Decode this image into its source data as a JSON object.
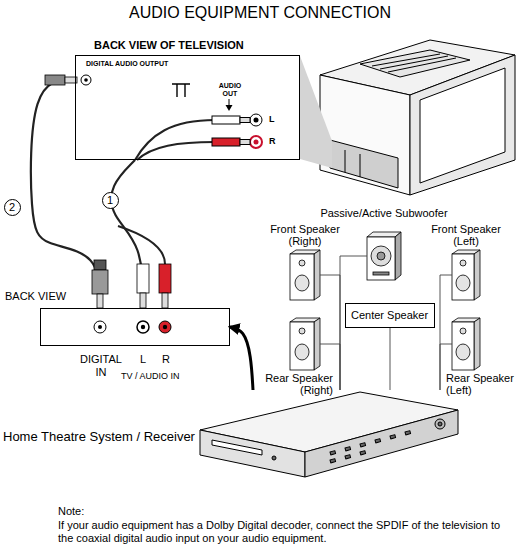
{
  "diagram": {
    "title": "AUDIO EQUIPMENT CONNECTION",
    "nodes": [
      {
        "text": [
          "BACK VIEW OF TELEVISION",
          "DIGITAL AUDIO OUTPUT",
          "AUDIO OUT",
          "L",
          "R"
        ]
      },
      {
        "text": [
          "BACK VIEW",
          "DIGITAL IN",
          "L",
          "R",
          "TV / AUDIO IN"
        ]
      },
      {
        "text": [
          "Front Speaker (Right)"
        ]
      },
      {
        "text": [
          "Passive/Active Subwoofer"
        ]
      },
      {
        "text": [
          "Front Speaker (Left)"
        ]
      },
      {
        "text": [
          "Center Speaker"
        ]
      },
      {
        "text": [
          "Rear Speaker (Right)"
        ]
      },
      {
        "text": [
          "Rear Speaker (Left)"
        ]
      },
      {
        "text": [
          "Home Theatre System / Receiver"
        ]
      }
    ],
    "edges": [
      {
        "from": 0,
        "to": 1,
        "arrow": "none",
        "label": "1"
      },
      {
        "from": 0,
        "to": 1,
        "arrow": "none",
        "label": "2"
      },
      {
        "from": 8,
        "to": 1,
        "arrow": "to"
      },
      {
        "from": 8,
        "to": 2,
        "arrow": "none"
      },
      {
        "from": 8,
        "to": 3,
        "arrow": "none"
      },
      {
        "from": 8,
        "to": 4,
        "arrow": "none"
      },
      {
        "from": 8,
        "to": 5,
        "arrow": "none"
      },
      {
        "from": 8,
        "to": 6,
        "arrow": "none"
      },
      {
        "from": 8,
        "to": 7,
        "arrow": "none"
      }
    ],
    "labels": [
      "Note:",
      "If your audio equipment has a Dolby Digital decoder, connect the SPDIF of the television to the coaxial digital audio input on your audio equipment."
    ]
  }
}
